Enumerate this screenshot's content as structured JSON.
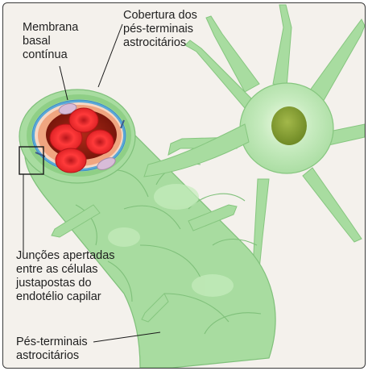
{
  "labels": {
    "membrana_basal": "Membrana\nbasal\ncontínua",
    "cobertura": "Cobertura dos\npés-terminais\nastrocitários",
    "juncoes": "Junções apertadas\nentre as células\njustapostas do\nendotélio capilar",
    "pes_terminais": "Pés-terminais\nastrocitários"
  },
  "colors": {
    "astrocyte": "#a8dca0",
    "astrocyte_edge": "#7fc07a",
    "nucleus": "#8fa83a",
    "basal_membrane": "#5aa8d8",
    "endothelium": "#f0a580",
    "lumen": "#8a1a10",
    "red_cell": "#e0262a"
  }
}
